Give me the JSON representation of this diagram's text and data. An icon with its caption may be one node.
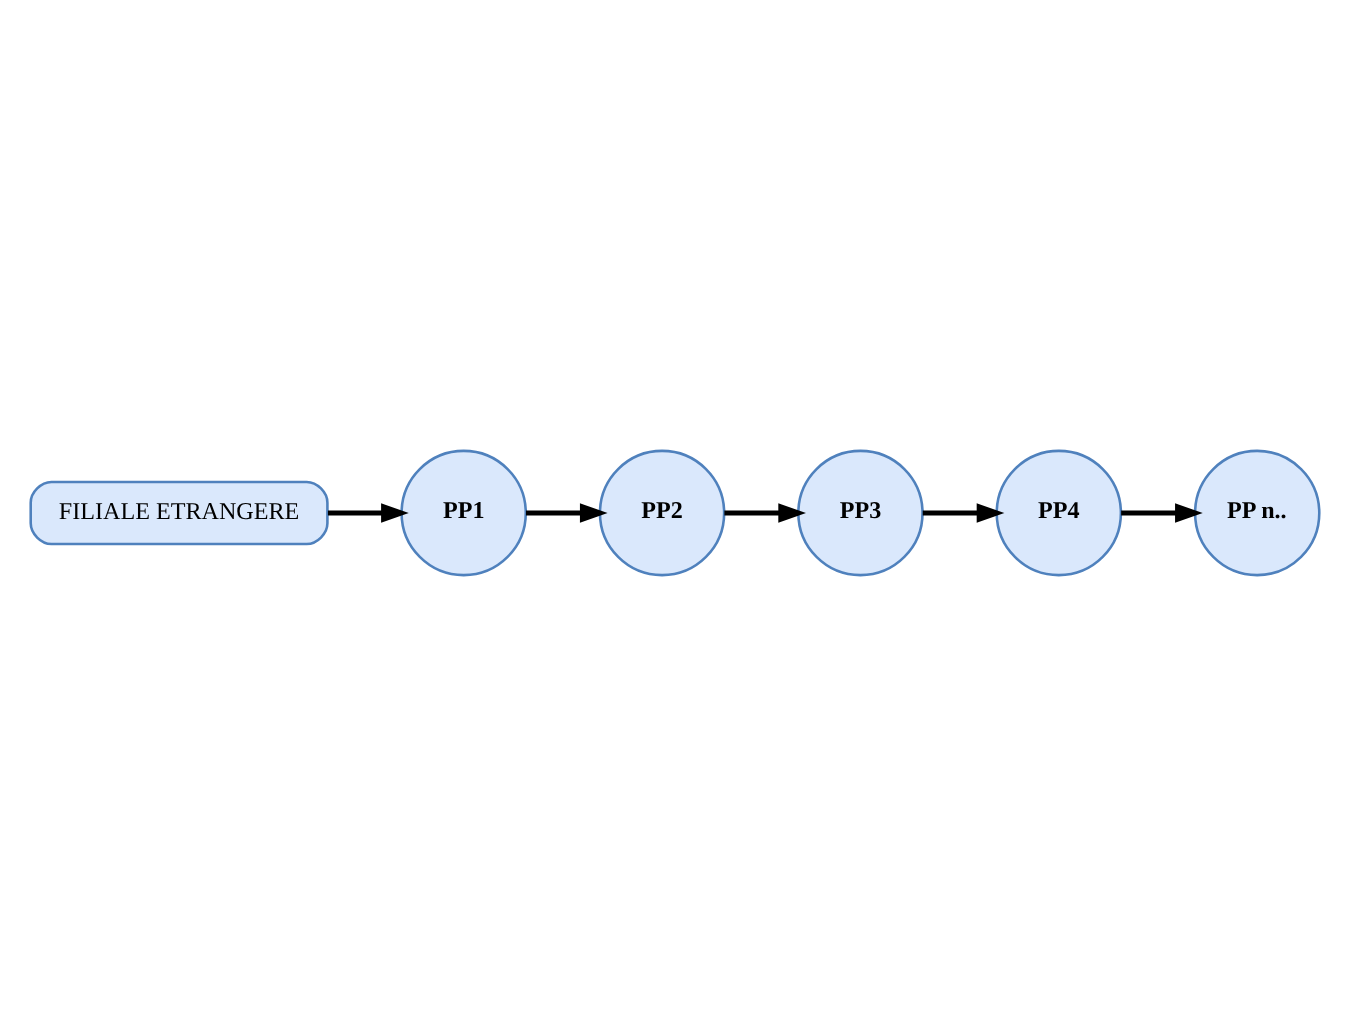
{
  "diagram": {
    "nodes": [
      {
        "text": [
          "FILIALE ETRANGERE"
        ]
      },
      {
        "text": [
          "PP1"
        ]
      },
      {
        "text": [
          "PP2"
        ]
      },
      {
        "text": [
          "PP3"
        ]
      },
      {
        "text": [
          "PP4"
        ]
      },
      {
        "text": [
          "PP n.."
        ]
      }
    ],
    "edges": [
      {
        "from": 0,
        "to": 1,
        "arrow": "to"
      },
      {
        "from": 1,
        "to": 2,
        "arrow": "to"
      },
      {
        "from": 2,
        "to": 3,
        "arrow": "to"
      },
      {
        "from": 3,
        "to": 4,
        "arrow": "to"
      },
      {
        "from": 4,
        "to": 5,
        "arrow": "to"
      }
    ]
  }
}
